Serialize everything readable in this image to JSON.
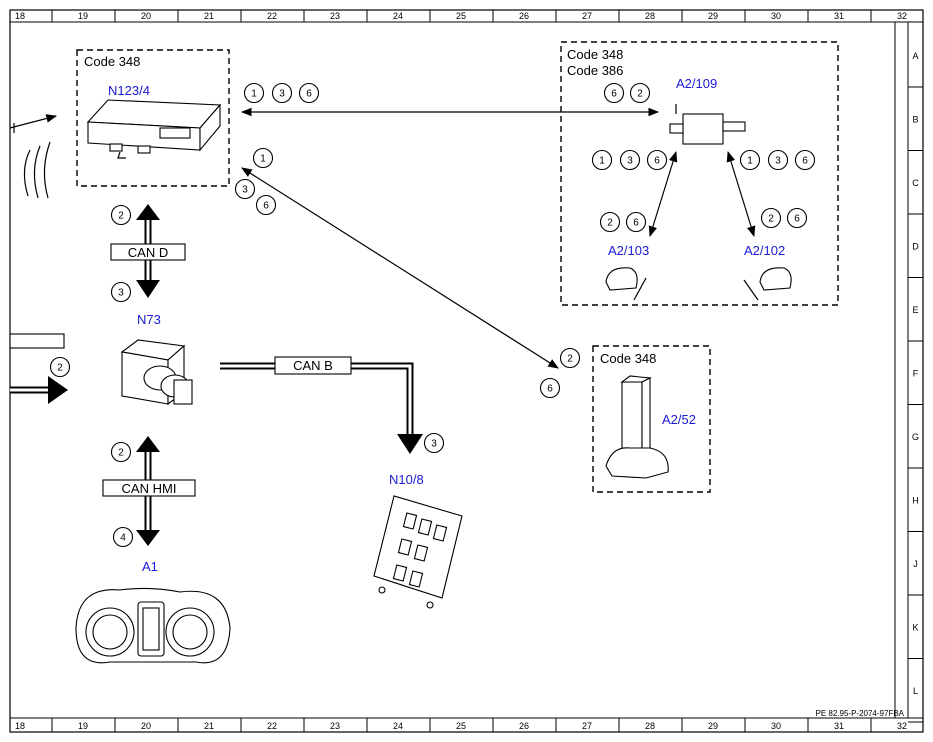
{
  "grid": {
    "columns": [
      "18",
      "19",
      "20",
      "21",
      "22",
      "23",
      "24",
      "25",
      "26",
      "27",
      "28",
      "29",
      "30",
      "31",
      "32"
    ],
    "rows": [
      "A",
      "B",
      "C",
      "D",
      "E",
      "F",
      "G",
      "H",
      "J",
      "K",
      "L"
    ]
  },
  "boxes": {
    "n123": {
      "code1": "Code 348"
    },
    "a2_109": {
      "code1": "Code 348",
      "code2": "Code 386"
    },
    "a2_52": {
      "code1": "Code 348"
    }
  },
  "components": {
    "n123_4": "N123/4",
    "a2_109": "A2/109",
    "a2_103": "A2/103",
    "a2_102": "A2/102",
    "n73": "N73",
    "a2_52": "A2/52",
    "n10_8": "N10/8",
    "a1": "A1"
  },
  "buses": {
    "can_d": "CAN D",
    "can_b": "CAN B",
    "can_hmi": "CAN HMI"
  },
  "circles": {
    "top_1": "1",
    "top_3": "3",
    "top_6": "6",
    "a109_6": "6",
    "a109_2": "2",
    "l_1": "1",
    "l_3": "3",
    "l_6": "6",
    "r_1": "1",
    "r_3": "3",
    "r_6": "6",
    "lb_2": "2",
    "lb_6": "6",
    "rb_2": "2",
    "rb_6": "6",
    "diag_1": "1",
    "diag_3": "3",
    "diag_6": "6",
    "diagend_2": "2",
    "diagend_6": "6",
    "cand_2": "2",
    "cand_3": "3",
    "left_2": "2",
    "canb_3": "3",
    "hmi_2": "2",
    "hmi_4": "4"
  },
  "footer": "PE 82.95-P-2074-97FBA"
}
